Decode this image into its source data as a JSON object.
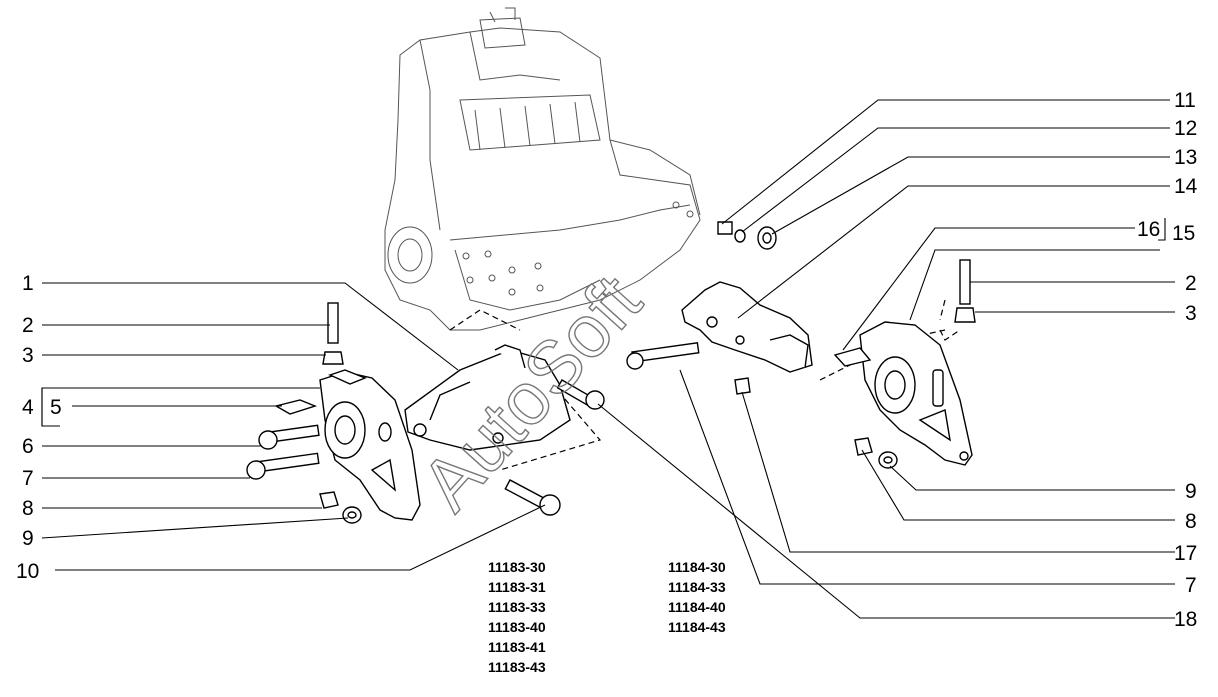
{
  "callouts": {
    "c1": "1",
    "c2a": "2",
    "c3a": "3",
    "c4": "4",
    "c5": "5",
    "c6": "6",
    "c7a": "7",
    "c8a": "8",
    "c9a": "9",
    "c10": "10",
    "c11": "11",
    "c12": "12",
    "c13": "13",
    "c14": "14",
    "c16": "16",
    "c15": "15",
    "c2b": "2",
    "c3b": "3",
    "c9b": "9",
    "c8b": "8",
    "c17": "17",
    "c7b": "7",
    "c18": "18"
  },
  "model_codes": {
    "group1": [
      "11183-30",
      "11183-31",
      "11183-33",
      "11183-40",
      "11183-41",
      "11183-43"
    ],
    "group2": [
      "11184-30",
      "11184-33",
      "11184-40",
      "11184-43"
    ]
  },
  "watermark": "AutoSoft"
}
